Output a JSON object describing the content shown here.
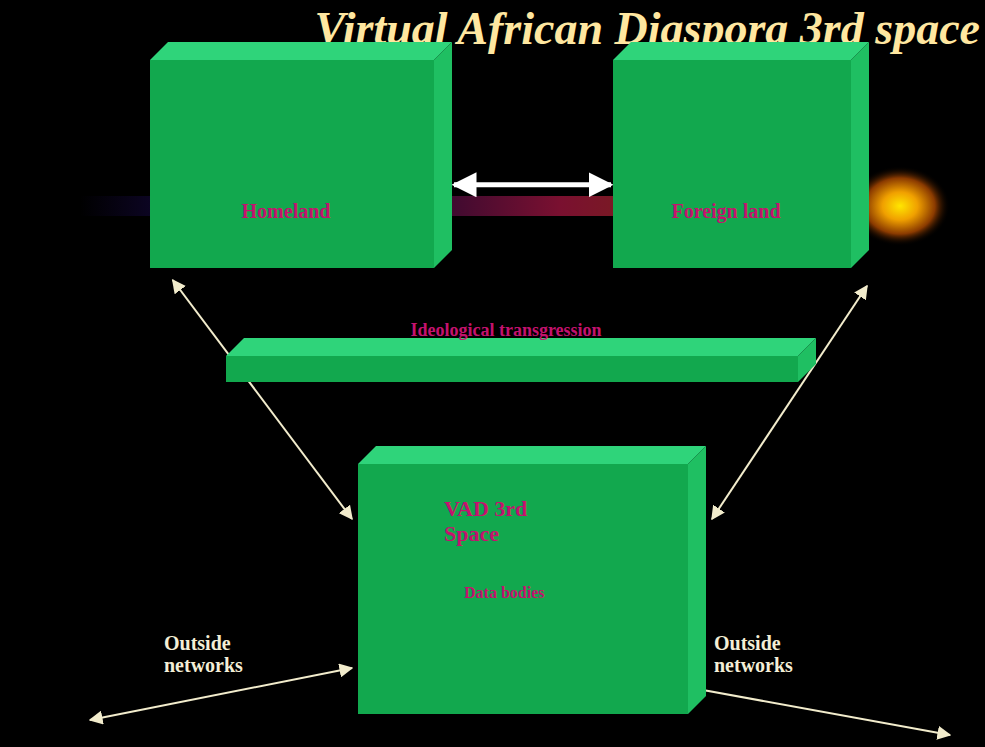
{
  "diagram": {
    "title": "Virtual African Diaspora 3rd space",
    "nodes": [
      {
        "text": [
          "Homeland"
        ]
      },
      {
        "text": [
          "Foreign land"
        ]
      },
      {
        "text": [
          "Ideological transgression"
        ]
      },
      {
        "text": [
          "VAD 3rd Space",
          "Data bodies"
        ]
      }
    ],
    "edges": [
      {
        "from": 0,
        "to": 1,
        "arrow": "both"
      },
      {
        "from": 0,
        "to": 3,
        "arrow": "both"
      },
      {
        "from": 1,
        "to": 3,
        "arrow": "both"
      }
    ],
    "labels": [
      "Outside networks",
      "Outside networks"
    ]
  }
}
